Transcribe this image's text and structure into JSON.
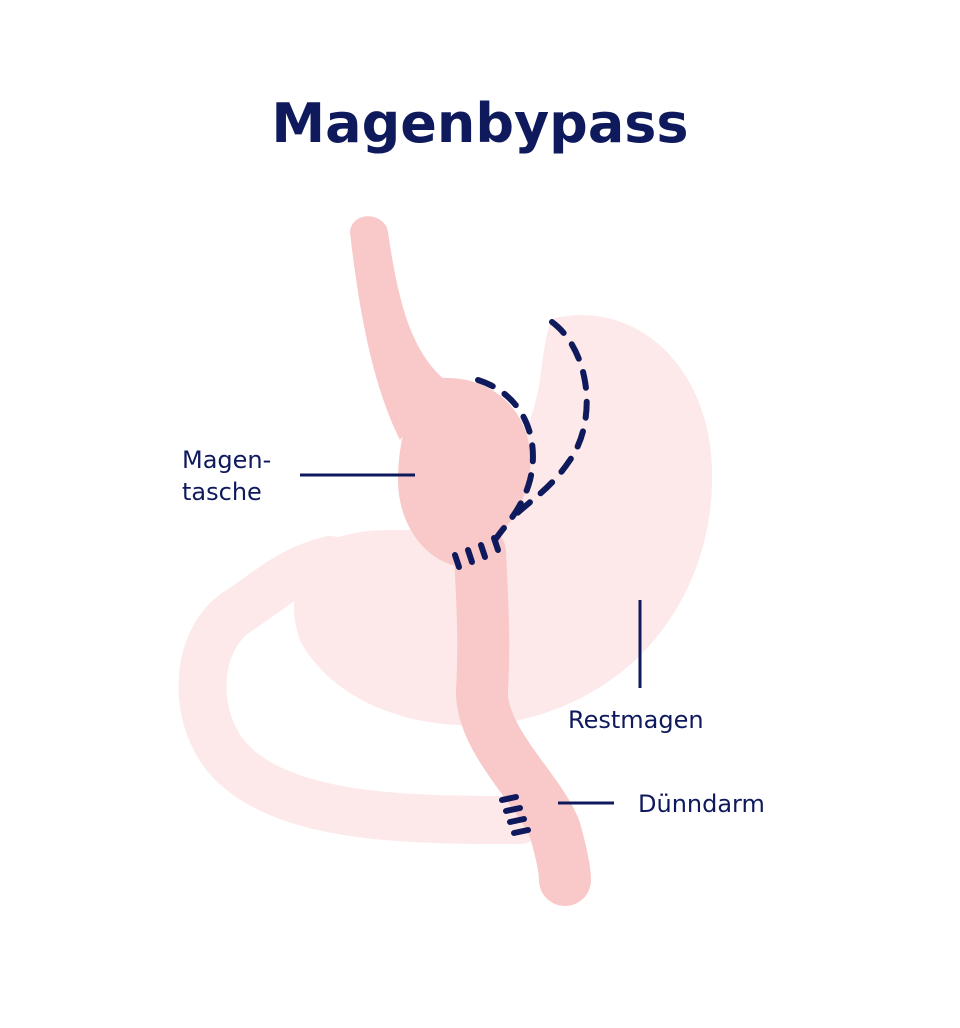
{
  "title": "Magenbypass",
  "labels": {
    "pouch_line1": "Magen-",
    "pouch_line2": "tasche",
    "remnant_stomach": "Restmagen",
    "small_intestine": "Dünndarm"
  },
  "colors": {
    "title": "#0f1a5c",
    "organ_dark": "#f9c9c9",
    "organ_light": "#fde9e9",
    "line": "#0f1a5c"
  }
}
